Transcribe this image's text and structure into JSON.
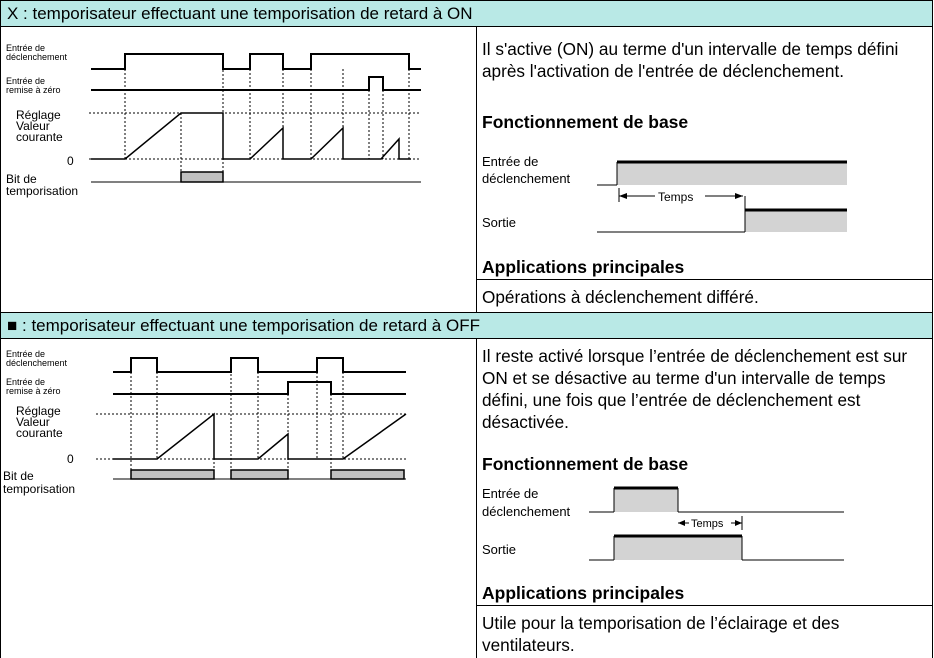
{
  "section1": {
    "header": "X : temporisateur effectuant une temporisation de retard à ON",
    "chart_labels": {
      "trigger_line1": "Entrée de",
      "trigger_line2": "déclenchement",
      "reset_line1": "Entrée de",
      "reset_line2": "remise à zéro",
      "setting": "Réglage",
      "current_line1": "Valeur",
      "current_line2": "courante",
      "zero": "0",
      "bit_line1": "Bit de",
      "bit_line2": "temporisation"
    },
    "description": "Il s'active (ON) au terme d'un intervalle de temps défini après l'activation de l'entrée de déclenchement.",
    "basic_title": "Fonctionnement de base",
    "basic_labels": {
      "trigger_line1": "Entrée de",
      "trigger_line2": "déclenchement",
      "time": "Temps",
      "output": "Sortie"
    },
    "apps_title": "Applications principales",
    "apps_text": "Opérations à déclenchement différé."
  },
  "section2": {
    "header": "■ : temporisateur effectuant une temporisation de retard à OFF",
    "chart_labels": {
      "trigger_line1": "Entrée de",
      "trigger_line2": "déclenchement",
      "reset_line1": "Entrée de",
      "reset_line2": "remise à zéro",
      "setting": "Réglage",
      "current_line1": "Valeur",
      "current_line2": "courante",
      "zero": "0",
      "bit_line1": "Bit de",
      "bit_line2": "temporisation"
    },
    "description": "Il reste activé lorsque l’entrée de déclenchement est sur ON et se désactive au terme d'un intervalle de temps défini, une fois que l’entrée de déclenchement est désactivée.",
    "basic_title": "Fonctionnement de base",
    "basic_labels": {
      "trigger_line1": "Entrée de",
      "trigger_line2": "déclenchement",
      "time": "Temps",
      "output": "Sortie"
    },
    "apps_title": "Applications principales",
    "apps_text": "Utile pour la temporisation de l’éclairage et des ventilateurs."
  }
}
